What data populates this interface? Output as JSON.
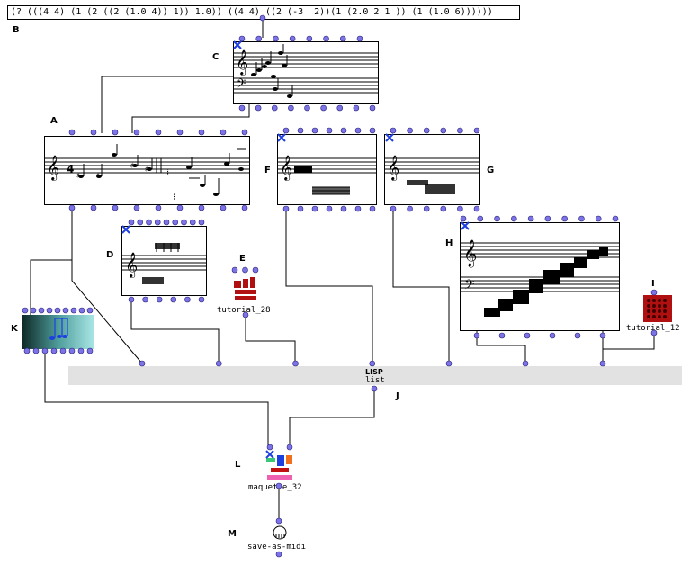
{
  "expression": "(? (((4 4) (1 (2 ((2 (1.0 4)) 1)) 1.0)) ((4 4) ((2 (-3  2))(1 (2.0 2 1 )) (1 (1.0 6))))))",
  "labels": {
    "a": "A",
    "b": "B",
    "c": "C",
    "d": "D",
    "e": "E",
    "f": "F",
    "g": "G",
    "h": "H",
    "i": "I",
    "j": "J",
    "k": "K",
    "l": "L",
    "m": "M"
  },
  "lisp": {
    "title": "LISP",
    "sub": "list"
  },
  "icons": {
    "tutorial_28": "tutorial_28",
    "tutorial_12": "tutorial_12",
    "maquette": "maquette_32",
    "save": "save-as-midi"
  },
  "colors": {
    "inlet": "#7b73e6",
    "wire": "#000000",
    "lisp_bar": "#e2e2e2",
    "tutorial_red": "#b01010"
  }
}
